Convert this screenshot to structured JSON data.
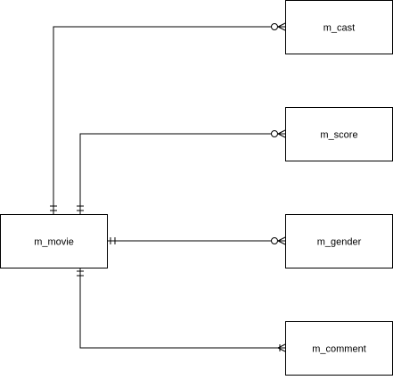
{
  "diagram": {
    "type": "er-diagram",
    "colors": {
      "background": "#ffffff",
      "stroke": "#000000",
      "entity_fill": "#ffffff",
      "text": "#000000"
    },
    "entities": [
      {
        "id": "movie",
        "name": "m_movie"
      },
      {
        "id": "cast",
        "name": "m_cast"
      },
      {
        "id": "score",
        "name": "m_score"
      },
      {
        "id": "gender",
        "name": "m_gender"
      },
      {
        "id": "comment",
        "name": "m_comment"
      }
    ],
    "relationships": [
      {
        "from": "movie",
        "to": "cast",
        "from_cardinality": "one-and-only-one",
        "to_cardinality": "zero-or-many"
      },
      {
        "from": "movie",
        "to": "score",
        "from_cardinality": "one-and-only-one",
        "to_cardinality": "zero-or-many"
      },
      {
        "from": "movie",
        "to": "gender",
        "from_cardinality": "one-and-only-one",
        "to_cardinality": "zero-or-many"
      },
      {
        "from": "movie",
        "to": "comment",
        "from_cardinality": "one-and-only-one",
        "to_cardinality": "one-or-many"
      }
    ]
  }
}
